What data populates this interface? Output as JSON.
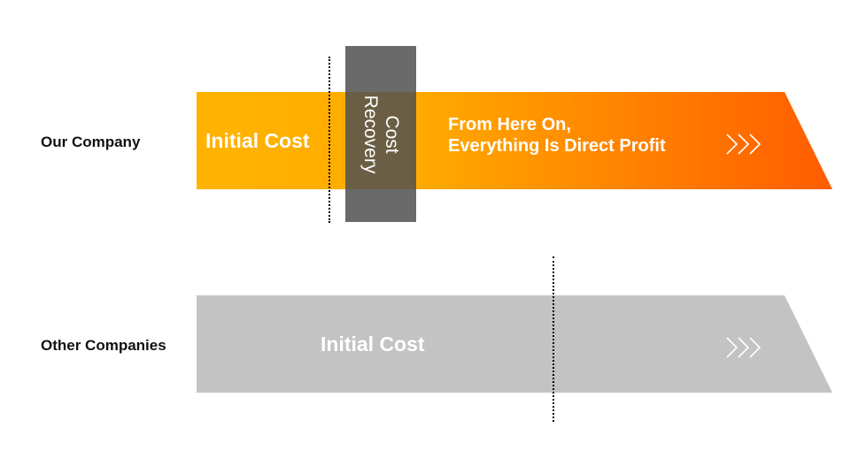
{
  "rows": {
    "ours": {
      "label": "Our Company",
      "initial_cost": "Initial Cost",
      "recovery": [
        "Cost",
        "Recovery"
      ],
      "profit": [
        "From Here On,",
        "Everything Is Direct Profit"
      ],
      "colors": {
        "start": "#FFB300",
        "end": "#FF5C00",
        "recovery_box": "#5a5a5a"
      }
    },
    "others": {
      "label": "Other Companies",
      "initial_cost": "Initial Cost",
      "colors": {
        "bar": "#C3C3C3"
      }
    }
  },
  "icons": {
    "arrow": "triple-chevron-right-icon"
  }
}
